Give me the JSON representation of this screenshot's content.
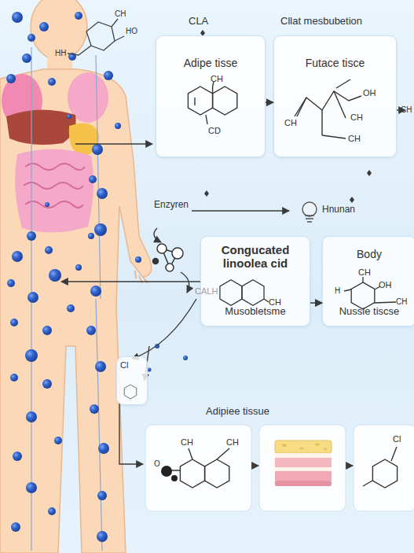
{
  "diagram": {
    "nodes": [
      {
        "text": [
          "Adipe tisse"
        ]
      },
      {
        "text": [
          "Futace tisce"
        ]
      },
      {
        "text": [
          "Congucated linoolea cid",
          "Musobletsme"
        ]
      },
      {
        "text": [
          "Body",
          "Nussle tiscse"
        ]
      },
      {
        "text": [
          "Cl"
        ]
      }
    ],
    "edges": [
      {
        "from": 0,
        "to": 1,
        "arrow": "to"
      },
      {
        "from": 2,
        "to": 3,
        "arrow": "to"
      }
    ],
    "labels": [
      "CLA",
      "Cllat mesbubetion",
      "CH",
      "HO",
      "HH",
      "CH",
      "CD",
      "OH",
      "CH",
      "CH",
      "CH",
      "CH",
      "Enzyren",
      "Hnunan",
      "CALH",
      "CH",
      "CH",
      "OH",
      "H",
      "CH",
      "Adipiee tissue",
      "CH",
      "CH",
      "O",
      "Cl"
    ]
  }
}
